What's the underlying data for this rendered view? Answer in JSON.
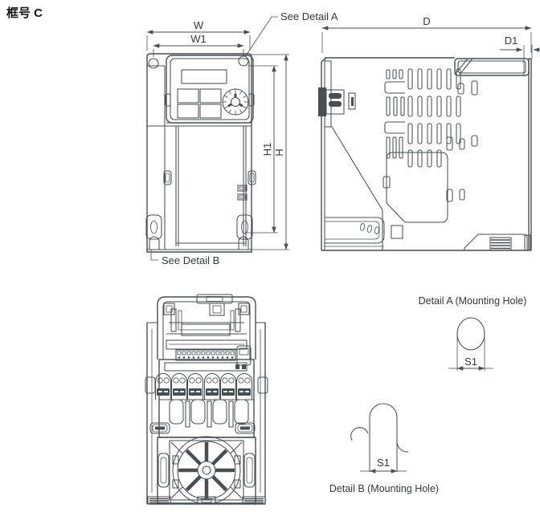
{
  "drawing": {
    "frame_label": "框号 C",
    "callouts": {
      "see_detail_a": "See Detail A",
      "see_detail_b": "See Detail B"
    },
    "front_dims": {
      "w": "W",
      "w1": "W1",
      "h1": "H1",
      "h": "H"
    },
    "side_dims": {
      "d": "D",
      "d1": "D1"
    },
    "detail_a": {
      "title": "Detail A (Mounting Hole)",
      "s1": "S1"
    },
    "detail_b": {
      "title": "Detail B (Mounting Hole)",
      "s1": "S1"
    }
  },
  "colors": {
    "line": "#4a4e52",
    "text": "#36393c",
    "background": "#ffffff",
    "dark_fill": "#4a4e52"
  }
}
